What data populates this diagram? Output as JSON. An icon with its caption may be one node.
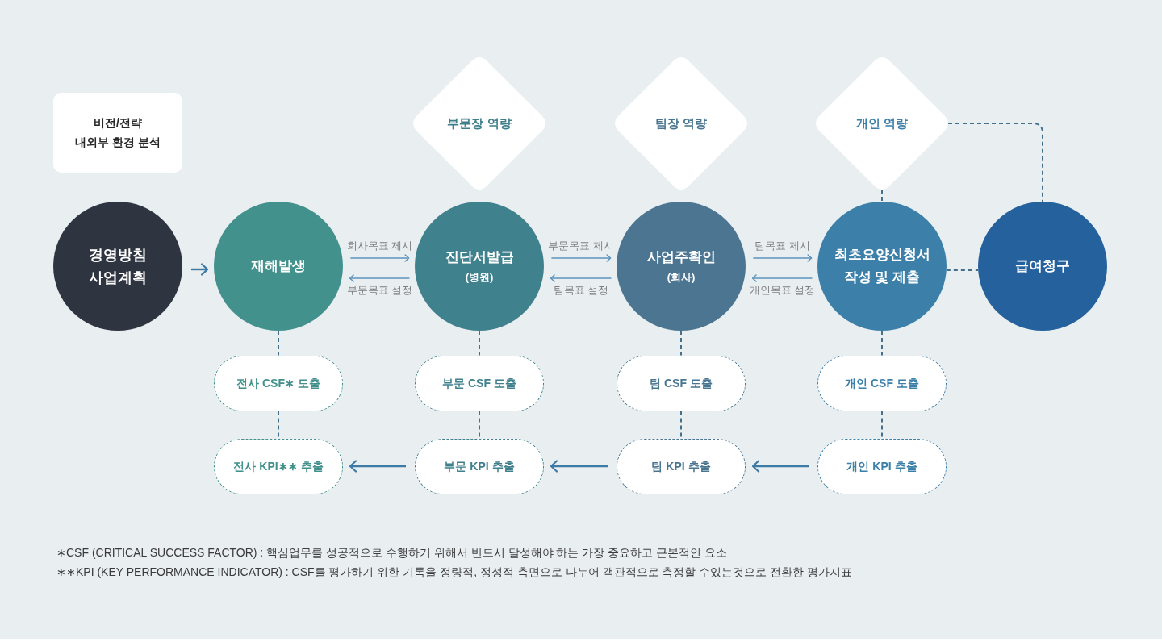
{
  "diagram": {
    "nodes": [
      {
        "text": [
          "비전/전략",
          "내외부 환경 분석"
        ]
      },
      {
        "text": [
          "부문장 역량"
        ]
      },
      {
        "text": [
          "팀장 역량"
        ]
      },
      {
        "text": [
          "개인 역량"
        ]
      },
      {
        "text": [
          "경영방침",
          "사업계획"
        ]
      },
      {
        "text": [
          "재해발생"
        ]
      },
      {
        "text": [
          "진단서발급",
          "(병원)"
        ]
      },
      {
        "text": [
          "사업주확인",
          "(회사)"
        ]
      },
      {
        "text": [
          "최초요양신청서 작성 및 제출"
        ]
      },
      {
        "text": [
          "급여청구"
        ]
      },
      {
        "text": [
          "전사 CSF∗ 도출"
        ]
      },
      {
        "text": [
          "부문 CSF 도출"
        ]
      },
      {
        "text": [
          "팀 CSF 도출"
        ]
      },
      {
        "text": [
          "개인 CSF 도출"
        ]
      },
      {
        "text": [
          "전사 KPI∗∗ 추출"
        ]
      },
      {
        "text": [
          "부문 KPI 추출"
        ]
      },
      {
        "text": [
          "팀 KPI 추출"
        ]
      },
      {
        "text": [
          "개인 KPI 추출"
        ]
      }
    ],
    "edges": [
      {
        "from": 4,
        "to": 5,
        "arrow": "to"
      },
      {
        "from": 5,
        "to": 6,
        "arrow": "to",
        "label": "회사목표 제시"
      },
      {
        "from": 6,
        "to": 5,
        "arrow": "to",
        "label": "부문목표 설정"
      },
      {
        "from": 6,
        "to": 7,
        "arrow": "to",
        "label": "부문목표 제시"
      },
      {
        "from": 7,
        "to": 6,
        "arrow": "to",
        "label": "팀목표 설정"
      },
      {
        "from": 7,
        "to": 8,
        "arrow": "to",
        "label": "팀목표 제시"
      },
      {
        "from": 8,
        "to": 7,
        "arrow": "to",
        "label": "개인목표 설정"
      },
      {
        "from": 3,
        "to": 8,
        "arrow": "none",
        "style": "dashed"
      },
      {
        "from": 3,
        "to": 9,
        "arrow": "none",
        "style": "dashed"
      },
      {
        "from": 8,
        "to": 9,
        "arrow": "none",
        "style": "dashed"
      },
      {
        "from": 5,
        "to": 10,
        "arrow": "none",
        "style": "dashed"
      },
      {
        "from": 6,
        "to": 11,
        "arrow": "none",
        "style": "dashed"
      },
      {
        "from": 7,
        "to": 12,
        "arrow": "none",
        "style": "dashed"
      },
      {
        "from": 8,
        "to": 13,
        "arrow": "none",
        "style": "dashed"
      },
      {
        "from": 10,
        "to": 14,
        "arrow": "none",
        "style": "dashed"
      },
      {
        "from": 11,
        "to": 15,
        "arrow": "none",
        "style": "dashed"
      },
      {
        "from": 12,
        "to": 16,
        "arrow": "none",
        "style": "dashed"
      },
      {
        "from": 13,
        "to": 17,
        "arrow": "none",
        "style": "dashed"
      },
      {
        "from": 17,
        "to": 16,
        "arrow": "to"
      },
      {
        "from": 16,
        "to": 15,
        "arrow": "to"
      },
      {
        "from": 15,
        "to": 14,
        "arrow": "to"
      }
    ],
    "labels": [
      "∗CSF (CRITICAL SUCCESS FACTOR) : 핵심업무를 성공적으로 수행하기 위해서 반드시 달성해야 하는 가장 중요하고 근본적인 요소",
      "∗∗KPI (KEY PERFORMANCE INDICATOR) : CSF를 평가하기 위한 기록을 정량적, 정성적 측면으로 나누어 객관적으로 측정할 수있는것으로 전환한 평가지표"
    ]
  }
}
